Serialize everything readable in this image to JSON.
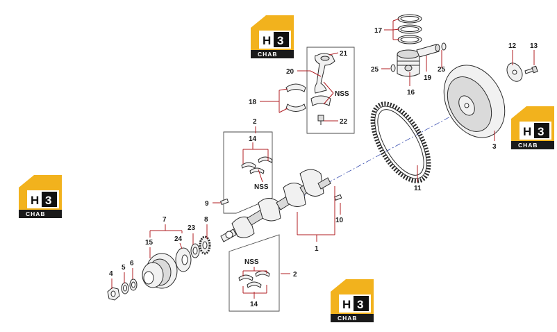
{
  "diagram": {
    "callouts": {
      "c1": "1",
      "c2a": "2",
      "c2b": "2",
      "c3": "3",
      "c4": "4",
      "c5": "5",
      "c6": "6",
      "c7": "7",
      "c8": "8",
      "c9": "9",
      "c10": "10",
      "c11": "11",
      "c12": "12",
      "c13": "13",
      "c14a": "14",
      "c14b": "14",
      "c15": "15",
      "c16": "16",
      "c17": "17",
      "c18": "18",
      "c19": "19",
      "c20": "20",
      "c21": "21",
      "c22": "22",
      "c23": "23",
      "c24": "24",
      "c25a": "25",
      "c25b": "25",
      "nss1": "NSS",
      "nss2": "NSS",
      "nss3": "NSS"
    },
    "watermark": {
      "h": "H",
      "three": "3",
      "word": "CHAB"
    }
  },
  "colors": {
    "leader": "#b01c22",
    "axis": "#3a4fb0",
    "logo_gold": "#f2b21d",
    "logo_dark": "#1a1a1a"
  }
}
